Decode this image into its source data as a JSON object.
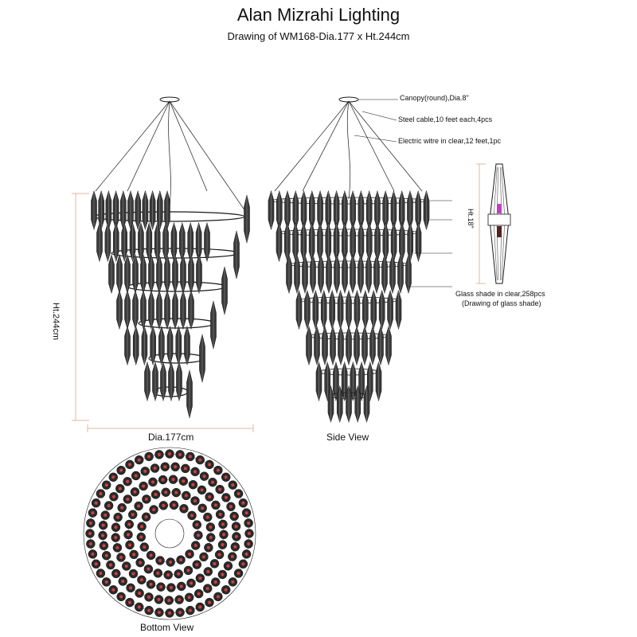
{
  "header": {
    "title": "Alan Mizrahi Lighting",
    "subtitle": "Drawing of WM168-Dia.177 x Ht.244cm"
  },
  "dimensions": {
    "height_label": "Ht.244cm",
    "diameter_label": "Dia.177cm",
    "shade_height_label": "Ht.18\""
  },
  "callouts": {
    "canopy": "Canopy(round),Dia.8\"",
    "cable": "Steel cable,10 feet each,4pcs",
    "wire": "Electric witre in clear,12 feet,1pc",
    "shade_1": "Glass shade in clear,258pcs",
    "shade_2": "(Drawing of  glass shade)"
  },
  "views": {
    "side": "Side View",
    "bottom": "Bottom View"
  },
  "colors": {
    "line": "#1a1a1a",
    "dimension": "#e8b4a0",
    "shade_accent": "#c040c0",
    "dot_accent": "#d04040"
  }
}
